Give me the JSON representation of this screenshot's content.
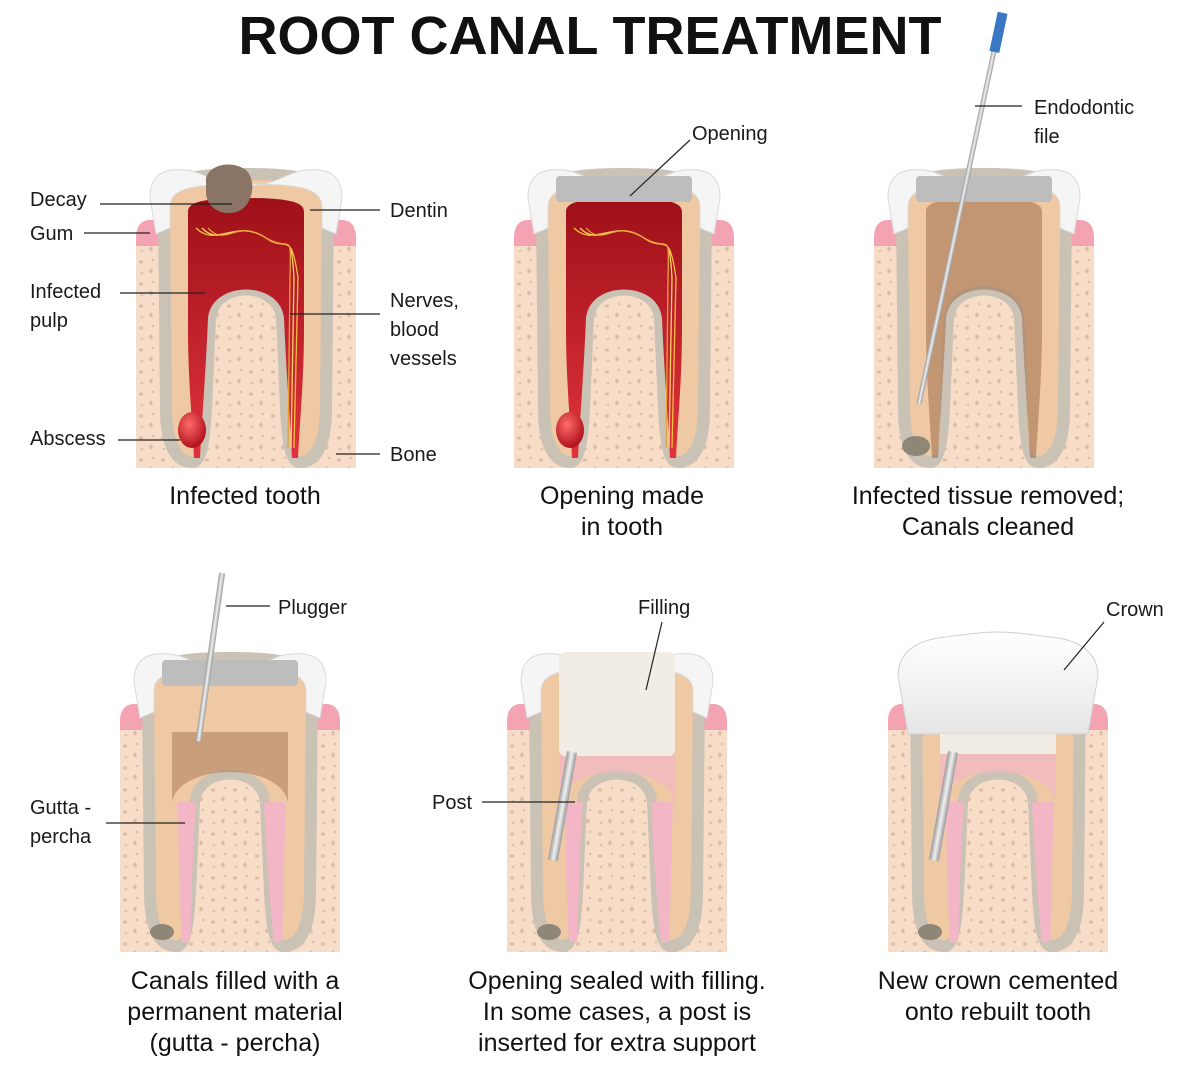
{
  "title": "ROOT CANAL TREATMENT",
  "panels": [
    {
      "id": "infected",
      "caption": [
        "Infected tooth"
      ],
      "labels": {
        "decay": "Decay",
        "gum": "Gum",
        "infected_pulp": [
          "Infected",
          "pulp"
        ],
        "abscess": "Abscess",
        "dentin": "Dentin",
        "nerves": [
          "Nerves,",
          "blood",
          "vessels"
        ],
        "bone": "Bone"
      }
    },
    {
      "id": "opening",
      "caption": [
        "Opening made",
        "in tooth"
      ],
      "labels": {
        "opening": "Opening"
      }
    },
    {
      "id": "cleaned",
      "caption": [
        "Infected tissue removed;",
        "Canals cleaned"
      ],
      "labels": {
        "file": [
          "Endodontic",
          "file"
        ]
      }
    },
    {
      "id": "filled",
      "caption": [
        "Canals filled with a",
        "permanent material",
        "(gutta - percha)"
      ],
      "labels": {
        "plugger": "Plugger",
        "gutta": [
          "Gutta -",
          "percha"
        ]
      }
    },
    {
      "id": "sealed",
      "caption": [
        "Opening sealed with filling.",
        "In some cases, a post is",
        "inserted for extra support"
      ],
      "labels": {
        "filling": "Filling",
        "post": "Post"
      }
    },
    {
      "id": "crown",
      "caption": [
        "New crown cemented",
        "onto rebuilt tooth"
      ],
      "labels": {
        "crown": "Crown"
      }
    }
  ],
  "colors": {
    "bone": "#f7dcc7",
    "bone_pores": "#d9bca6",
    "gum": "#f4a3b3",
    "enamel": "#f5f5f5",
    "dentin": "#efc9a3",
    "cementum": "#c9c2b5",
    "pulp_infected": "#c8202a",
    "pulp_clean": "#9c6b4a",
    "gutta": "#f2b6c6",
    "metal": "#c8c8c8",
    "decay": "#8a7466"
  }
}
